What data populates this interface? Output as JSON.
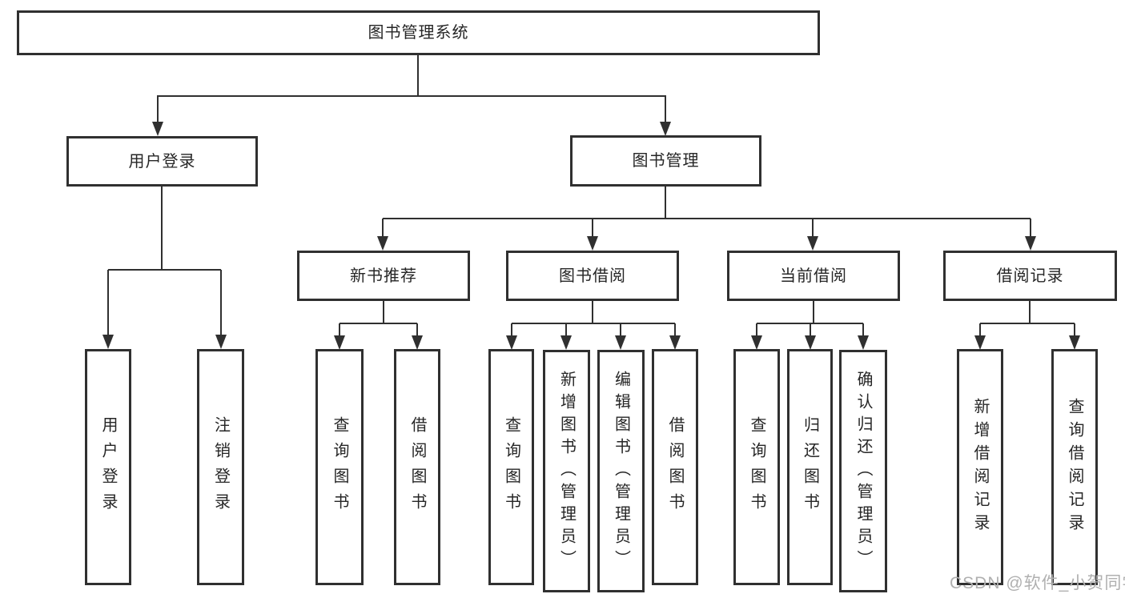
{
  "tree": {
    "label": "图书管理系统",
    "children": [
      {
        "label": "用户登录",
        "children": [
          {
            "label": "用户登录"
          },
          {
            "label": "注销登录"
          }
        ]
      },
      {
        "label": "图书管理",
        "children": [
          {
            "label": "新书推荐",
            "children": [
              {
                "label": "查询图书"
              },
              {
                "label": "借阅图书"
              }
            ]
          },
          {
            "label": "图书借阅",
            "children": [
              {
                "label": "查询图书"
              },
              {
                "label": "新增图书（管理员）"
              },
              {
                "label": "编辑图书（管理员）"
              },
              {
                "label": "借阅图书"
              }
            ]
          },
          {
            "label": "当前借阅",
            "children": [
              {
                "label": "查询图书"
              },
              {
                "label": "归还图书"
              },
              {
                "label": "确认归还（管理员）"
              }
            ]
          },
          {
            "label": "借阅记录",
            "children": [
              {
                "label": "新增借阅记录"
              },
              {
                "label": "查询借阅记录"
              }
            ]
          }
        ]
      }
    ]
  },
  "watermark": {
    "text": "CSDN @软件_小贺同学"
  },
  "colors": {
    "line": "#303030",
    "text": "#262626",
    "watermark": "#b0b0b0",
    "background": "#ffffff"
  }
}
